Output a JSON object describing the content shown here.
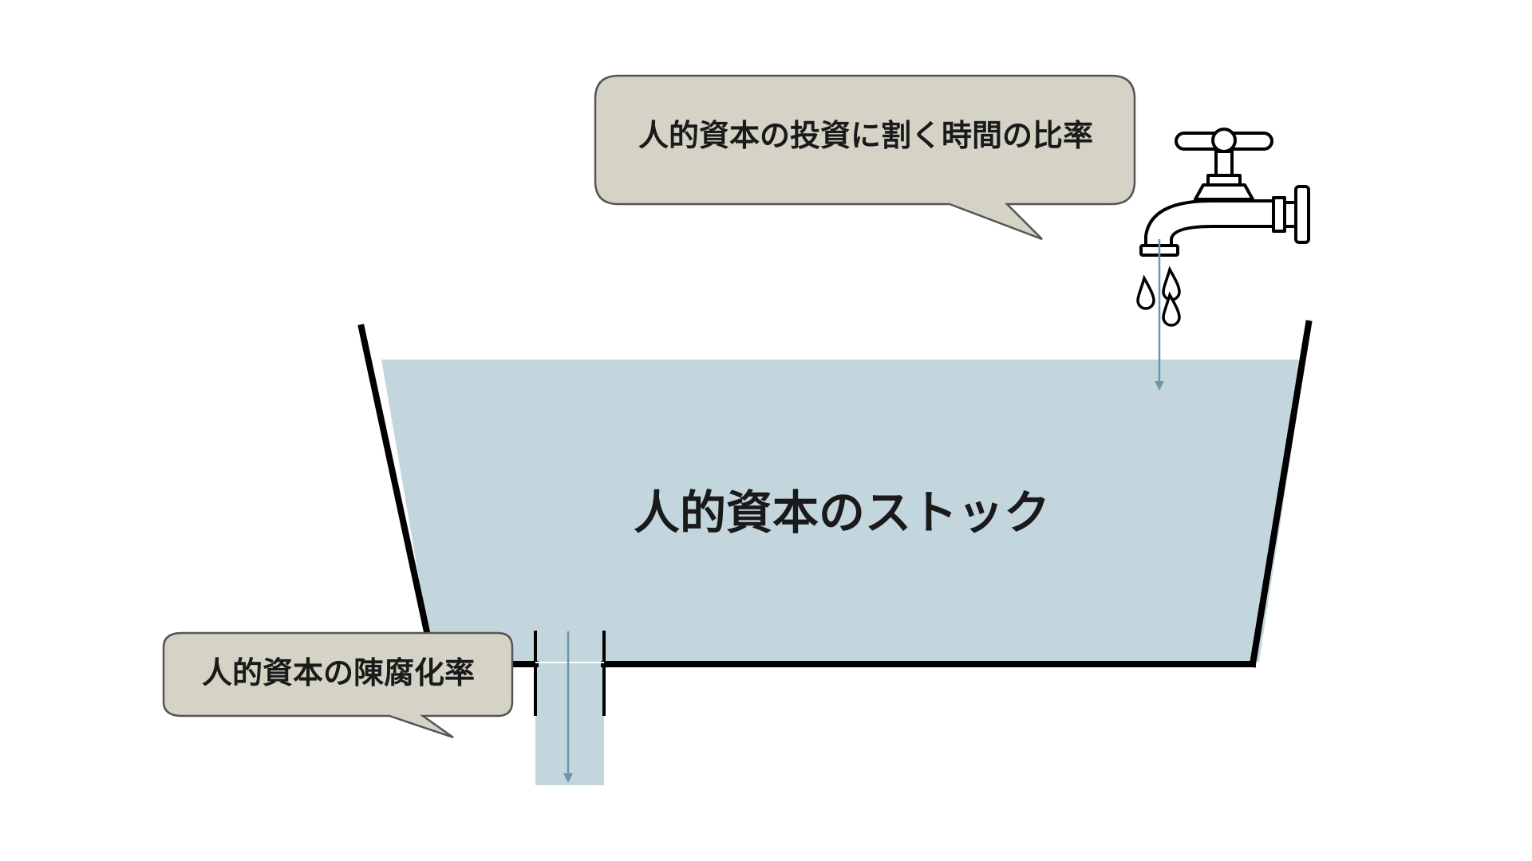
{
  "diagram": {
    "stock_label": "人的資本のストック",
    "inflow_label": "人的資本の投資に割く時間の比率",
    "outflow_label": "人的資本の陳腐化率",
    "colors": {
      "water": "#c3d6de",
      "callout_fill": "#d4d3c6",
      "callout_stroke": "#555555",
      "arrow": "#6e96ab",
      "tub_outline": "#000000",
      "text": "#1a1a1a"
    },
    "icons": [
      "faucet-icon",
      "water-drop-icon",
      "drain-pipe-icon"
    ]
  }
}
